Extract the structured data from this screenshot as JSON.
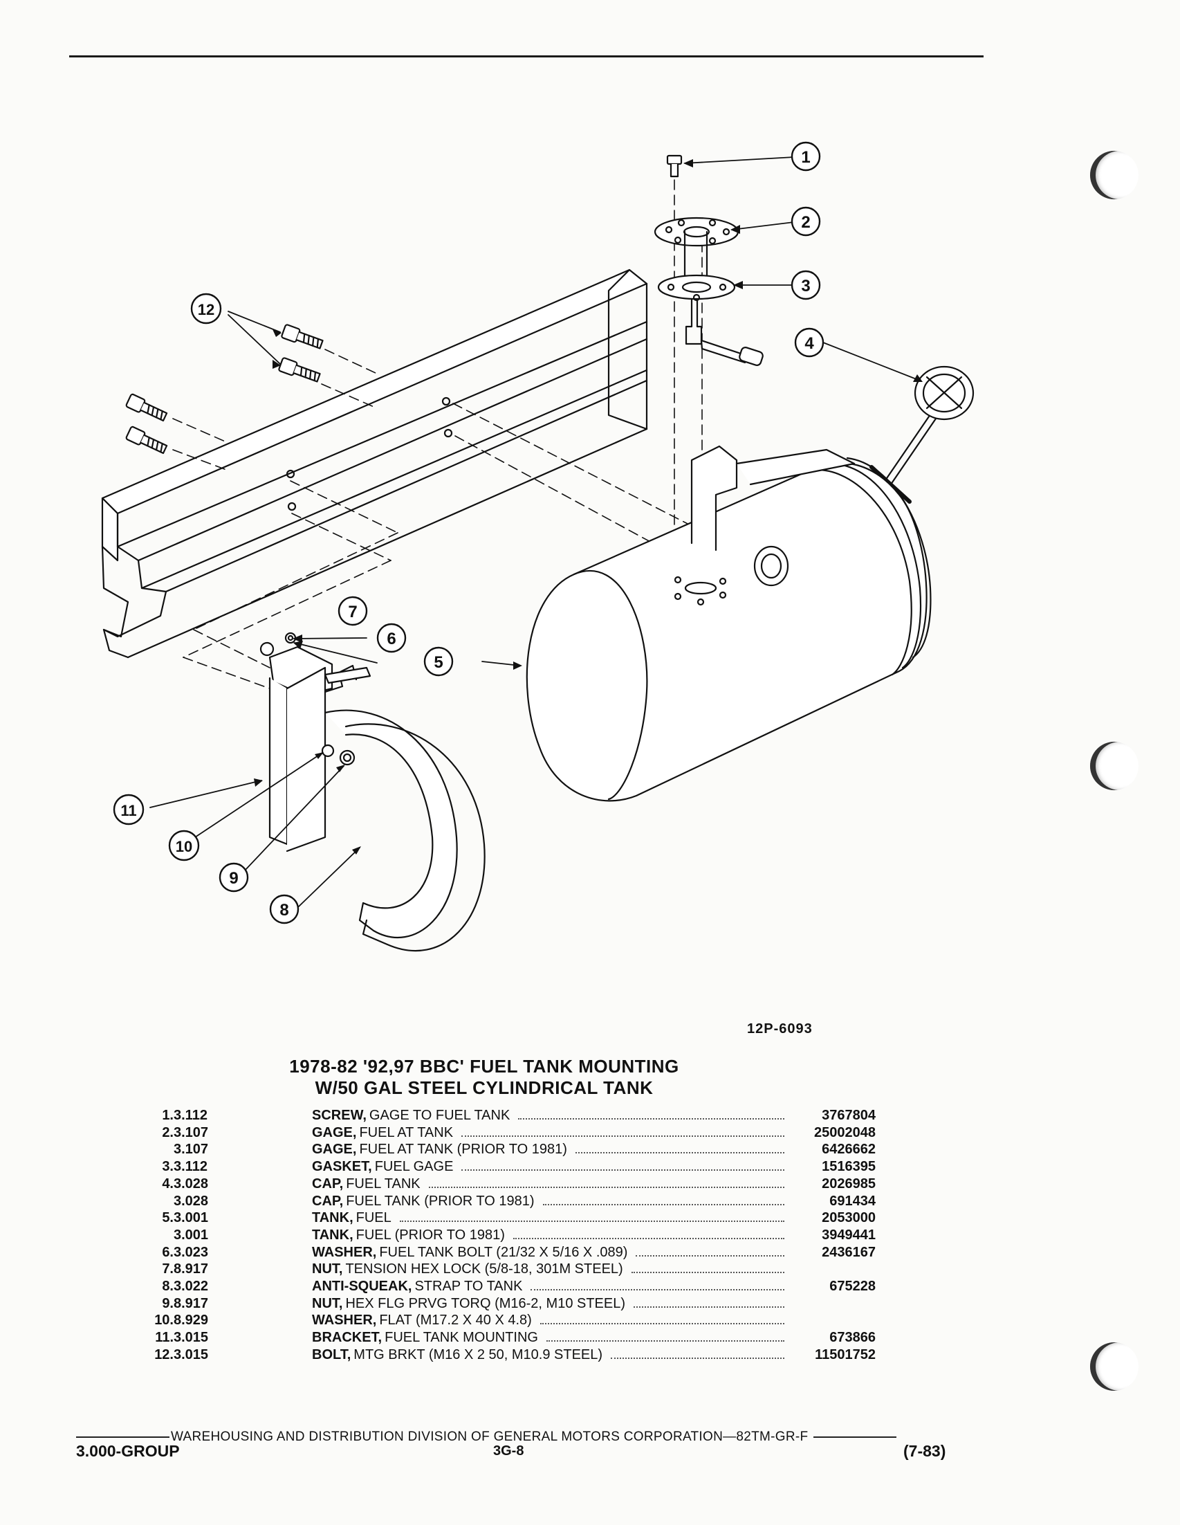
{
  "figure": {
    "number": "12P-6093"
  },
  "title": {
    "line1": "1978-82 '92,97 BBC' FUEL TANK MOUNTING",
    "line2": "W/50 GAL STEEL CYLINDRICAL TANK"
  },
  "callouts": [
    "1",
    "2",
    "3",
    "4",
    "5",
    "6",
    "7",
    "8",
    "9",
    "10",
    "11",
    "12"
  ],
  "parts": [
    {
      "idx": "1.",
      "group": "3.112",
      "name": "SCREW,",
      "desc": "GAGE TO FUEL TANK",
      "part": "3767804"
    },
    {
      "idx": "2.",
      "group": "3.107",
      "name": "GAGE,",
      "desc": "FUEL AT TANK",
      "part": "25002048"
    },
    {
      "idx": "",
      "group": "3.107",
      "name": "GAGE,",
      "desc": "FUEL AT TANK (PRIOR TO 1981)",
      "part": "6426662"
    },
    {
      "idx": "3.",
      "group": "3.112",
      "name": "GASKET,",
      "desc": "FUEL GAGE",
      "part": "1516395"
    },
    {
      "idx": "4.",
      "group": "3.028",
      "name": "CAP,",
      "desc": "FUEL TANK",
      "part": "2026985"
    },
    {
      "idx": "",
      "group": "3.028",
      "name": "CAP,",
      "desc": "FUEL TANK (PRIOR TO 1981)",
      "part": "691434"
    },
    {
      "idx": "5.",
      "group": "3.001",
      "name": "TANK,",
      "desc": "FUEL",
      "part": "2053000"
    },
    {
      "idx": "",
      "group": "3.001",
      "name": "TANK,",
      "desc": "FUEL (PRIOR TO 1981)",
      "part": "3949441"
    },
    {
      "idx": "6.",
      "group": "3.023",
      "name": "WASHER,",
      "desc": "FUEL TANK BOLT (21/32 X 5/16 X .089)",
      "part": "2436167"
    },
    {
      "idx": "7.",
      "group": "8.917",
      "name": "NUT,",
      "desc": "TENSION HEX LOCK (5/8-18, 301M STEEL)",
      "part": ""
    },
    {
      "idx": "8.",
      "group": "3.022",
      "name": "ANTI-SQUEAK,",
      "desc": "STRAP TO TANK",
      "part": "675228"
    },
    {
      "idx": "9.",
      "group": "8.917",
      "name": "NUT,",
      "desc": "HEX FLG PRVG TORQ (M16-2, M10 STEEL)",
      "part": ""
    },
    {
      "idx": "10.",
      "group": "8.929",
      "name": "WASHER,",
      "desc": "FLAT (M17.2 X 40 X 4.8)",
      "part": ""
    },
    {
      "idx": "11.",
      "group": "3.015",
      "name": "BRACKET,",
      "desc": "FUEL TANK MOUNTING",
      "part": "673866"
    },
    {
      "idx": "12.",
      "group": "3.015",
      "name": "BOLT,",
      "desc": "MTG BRKT (M16 X 2 50, M10.9 STEEL)",
      "part": "11501752"
    }
  ],
  "footer": {
    "division": "WAREHOUSING AND DISTRIBUTION  DIVISION OF GENERAL MOTORS CORPORATION—82TM-GR-F",
    "group": "3.000-GROUP",
    "page": "3G-8",
    "date": "(7-83)"
  }
}
